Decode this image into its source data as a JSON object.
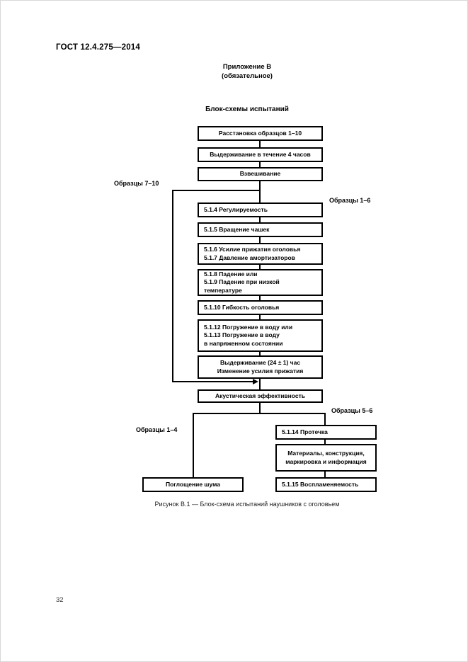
{
  "page": {
    "header": "ГОСТ 12.4.275—2014",
    "annex_title": "Приложение В",
    "annex_subtitle": "(обязательное)",
    "figure_group_title": "Блок-схемы испытаний",
    "caption": "Рисунок В.1 — Блок-схема испытаний наушников с оголовьем",
    "page_number": "32"
  },
  "flowchart": {
    "boxes": {
      "allocation": {
        "lines": [
          "Расстановка образцов 1–10"
        ]
      },
      "conditioning4h": {
        "lines": [
          "Выдерживание в течение 4 часов"
        ]
      },
      "weighing": {
        "lines": [
          "Взвешивание"
        ]
      },
      "adjustability": {
        "lines": [
          "5.1.4 Регулируемость"
        ]
      },
      "cup_rotation": {
        "lines": [
          "5.1.5 Вращение чашек"
        ]
      },
      "headband_force": {
        "lines": [
          "5.1.6 Усилие прижатия оголовья",
          "5.1.7 Давление амортизаторов"
        ]
      },
      "drop": {
        "lines": [
          "5.1.8 Падение или",
          "5.1.9 Падение при низкой",
          "температуре"
        ]
      },
      "headband_flex": {
        "lines": [
          "5.1.10 Гибкость оголовья"
        ]
      },
      "immersion": {
        "lines": [
          "5.1.12 Погружение в воду или",
          "5.1.13 Погружение в воду",
          "в напряженном состоянии"
        ]
      },
      "conditioning24h": {
        "lines": [
          "Выдерживание (24 ± 1) час",
          "Изменение усилия прижатия"
        ]
      },
      "acoustic": {
        "lines": [
          "Акустическая эффективность"
        ]
      },
      "leakage": {
        "lines": [
          "5.1.14 Протечка"
        ]
      },
      "materials": {
        "lines": [
          "Материалы, конструкция,",
          "маркировка и информация"
        ]
      },
      "ignitability": {
        "lines": [
          "5.1.15 Воспламеняемость"
        ]
      },
      "sound_absorption": {
        "lines": [
          "Поглощение шума"
        ]
      }
    },
    "labels": {
      "samples_7_10": "Образцы 7–10",
      "samples_1_6": "Образцы 1–6",
      "samples_5_6": "Образцы 5–6",
      "samples_1_4": "Образцы 1–4"
    }
  }
}
